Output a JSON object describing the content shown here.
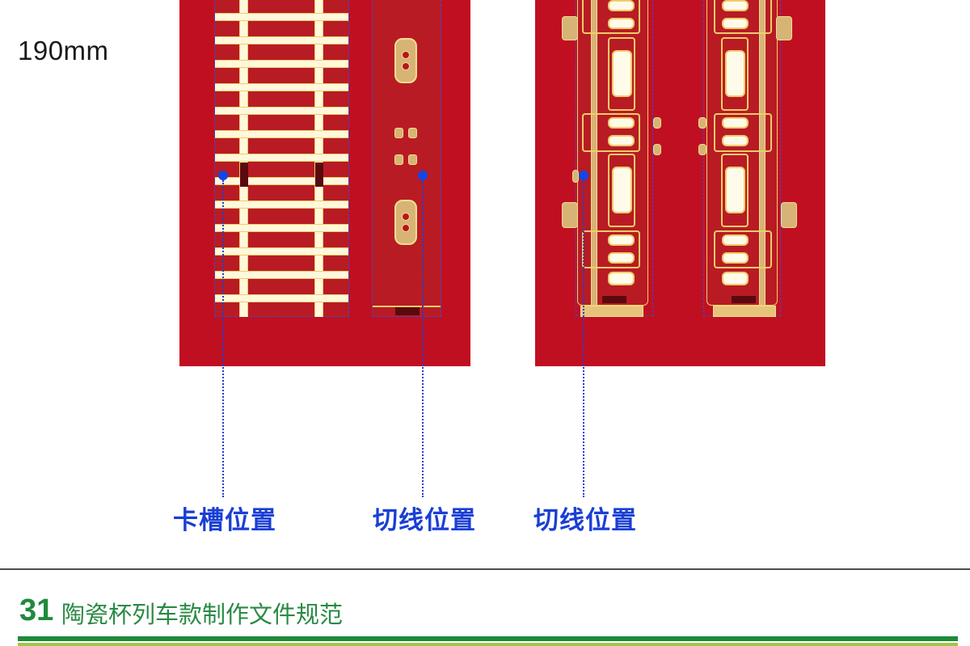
{
  "dimension_label": "190mm",
  "colors": {
    "panel_red": "#c10f22",
    "gold": "#d7b476",
    "cream": "#fff8dc",
    "cut_line_blue": "#2f4fd8",
    "callout_blue": "#1a3fd4",
    "heading_green": "#1f8a3c",
    "accent_lime": "#a3c44a"
  },
  "panels": [
    {
      "name": "panel-left",
      "elements": [
        "rail-track",
        "base-strip"
      ]
    },
    {
      "name": "panel-right",
      "elements": [
        "train-car-left",
        "train-car-right"
      ]
    }
  ],
  "callouts": [
    {
      "label": "卡槽位置",
      "target": "rail-track slot"
    },
    {
      "label": "切线位置",
      "target": "base-strip cut line"
    },
    {
      "label": "切线位置",
      "target": "train-car cut line"
    }
  ],
  "section": {
    "number": "31",
    "title": "陶瓷杯列车款制作文件规范"
  }
}
